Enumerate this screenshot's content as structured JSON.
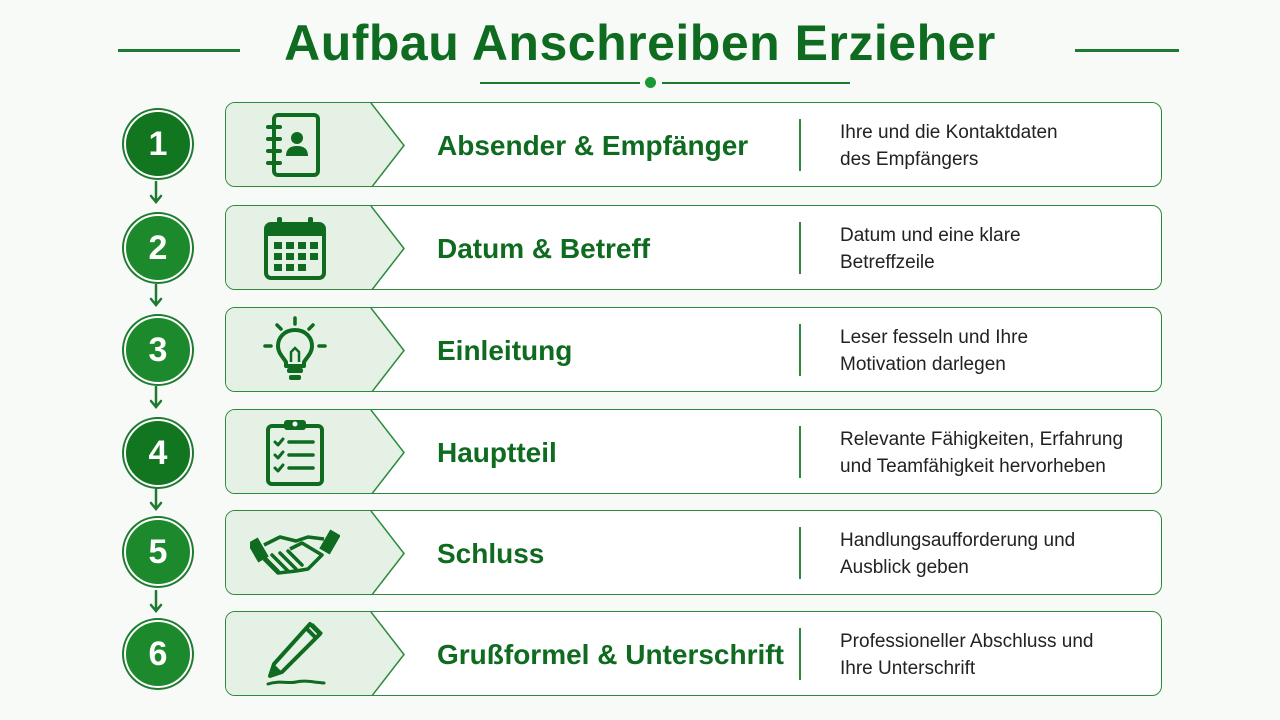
{
  "title": "Aufbau Anschreiben Erzieher",
  "colors": {
    "primary": "#0e6b1f",
    "accent": "#1a9a35",
    "panel": "#e6f1e6"
  },
  "steps": [
    {
      "number": "1",
      "icon": "address-book-icon",
      "title": "Absender & Empfänger",
      "desc_line1": "Ihre und die Kontaktdaten",
      "desc_line2": "des Empfängers"
    },
    {
      "number": "2",
      "icon": "calendar-icon",
      "title": "Datum & Betreff",
      "desc_line1": "Datum und eine klare",
      "desc_line2": "Betreffzeile"
    },
    {
      "number": "3",
      "icon": "lightbulb-icon",
      "title": "Einleitung",
      "desc_line1": "Leser fesseln und Ihre",
      "desc_line2": "Motivation darlegen"
    },
    {
      "number": "4",
      "icon": "checklist-clipboard-icon",
      "title": "Hauptteil",
      "desc_line1": "Relevante Fähigkeiten, Erfahrung",
      "desc_line2": "und Teamfähigkeit hervorheben"
    },
    {
      "number": "5",
      "icon": "handshake-icon",
      "title": "Schluss",
      "desc_line1": "Handlungsaufforderung und",
      "desc_line2": "Ausblick geben"
    },
    {
      "number": "6",
      "icon": "pen-signature-icon",
      "title": "Grußformel & Unterschrift",
      "desc_line1": "Professioneller Abschluss und",
      "desc_line2": "Ihre Unterschrift"
    }
  ]
}
